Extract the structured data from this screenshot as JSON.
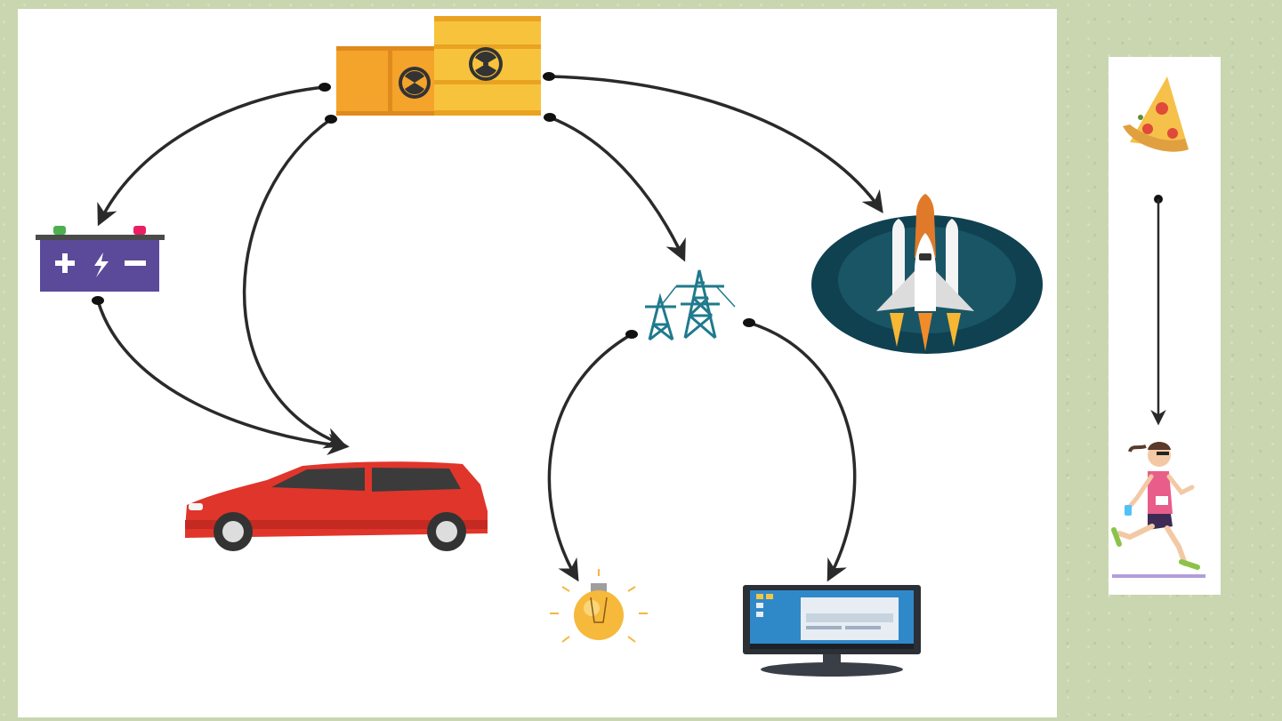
{
  "diagram": {
    "nodes": [
      {
        "id": "barrels",
        "icon": "radioactive-barrels-icon"
      },
      {
        "id": "battery",
        "icon": "battery-icon"
      },
      {
        "id": "car",
        "icon": "red-car-icon"
      },
      {
        "id": "pylons",
        "icon": "power-pylons-icon"
      },
      {
        "id": "rocket",
        "icon": "space-shuttle-icon"
      },
      {
        "id": "bulb",
        "icon": "light-bulb-icon"
      },
      {
        "id": "monitor",
        "icon": "computer-monitor-icon"
      }
    ],
    "edges": [
      {
        "from": "barrels",
        "to": "battery"
      },
      {
        "from": "barrels",
        "to": "car"
      },
      {
        "from": "barrels",
        "to": "pylons"
      },
      {
        "from": "barrels",
        "to": "rocket"
      },
      {
        "from": "battery",
        "to": "car"
      },
      {
        "from": "pylons",
        "to": "bulb"
      },
      {
        "from": "pylons",
        "to": "monitor"
      }
    ]
  },
  "side_diagram": {
    "nodes": [
      {
        "id": "pizza",
        "icon": "pizza-slice-icon"
      },
      {
        "id": "runner",
        "icon": "running-woman-icon"
      }
    ],
    "edges": [
      {
        "from": "pizza",
        "to": "runner"
      }
    ]
  },
  "colors": {
    "background": "#c9d6b0",
    "arrow": "#2a2a2a",
    "barrel_orange": "#f4a32b",
    "barrel_yellow": "#f7c33c",
    "battery_purple": "#5b4a9a",
    "car_red": "#e0352b",
    "rocket_bg": "#0f4150"
  }
}
